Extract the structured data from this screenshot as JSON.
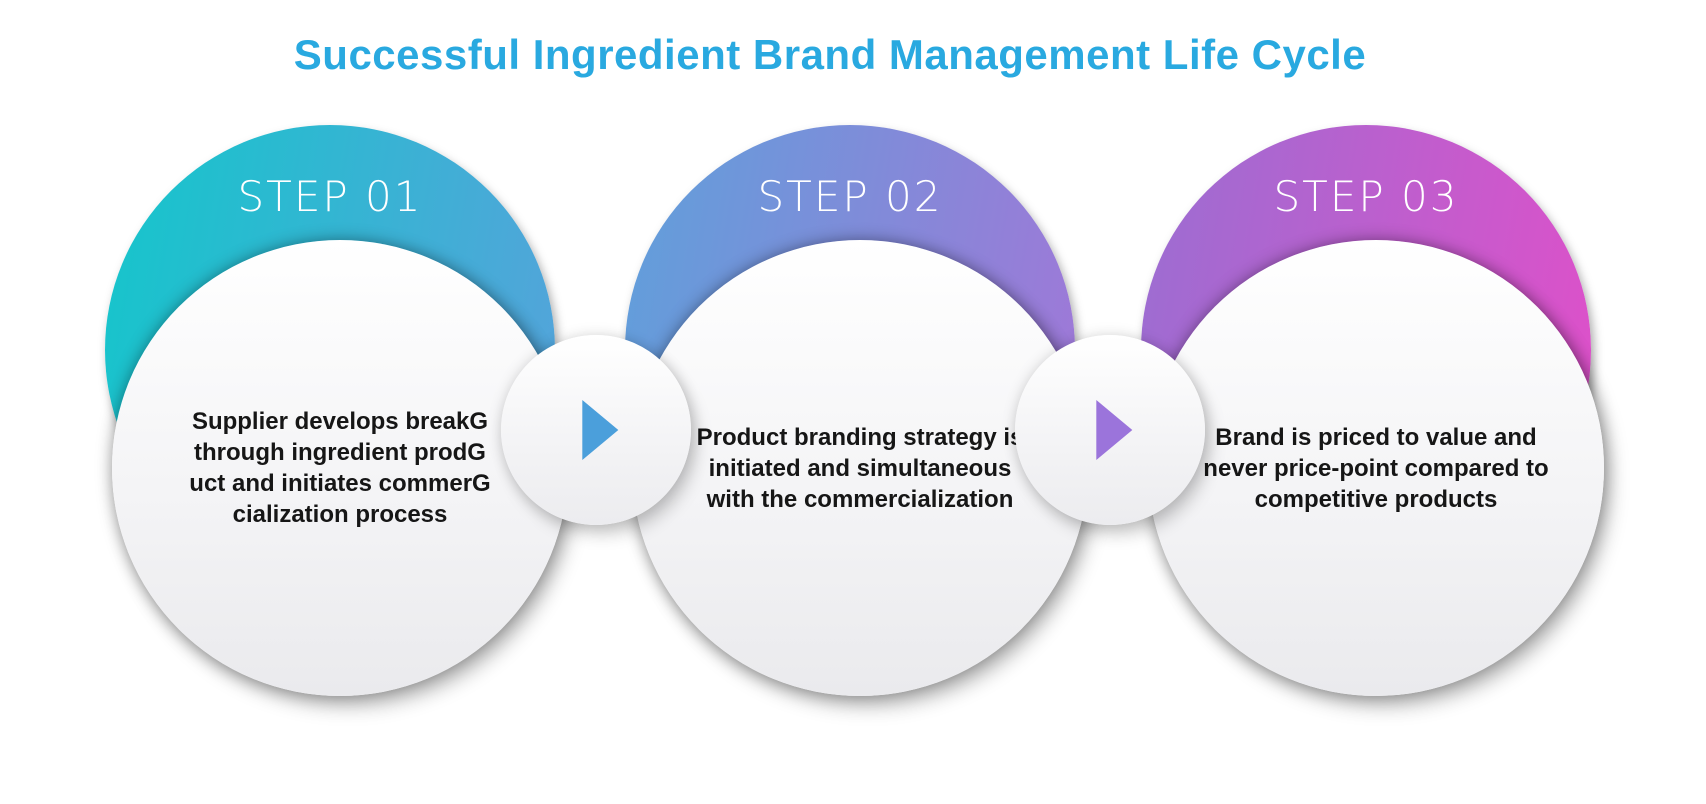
{
  "title": {
    "text": "Successful Ingredient Brand Management Life Cycle",
    "color": "#29A9E0"
  },
  "steps": [
    {
      "label": "STEP 01",
      "lines": [
        "Supplier develops breakG",
        "through ingredient prodG",
        "uct and initiates commerG",
        "cialization process"
      ],
      "gradient_start": "#14C6CB",
      "gradient_end": "#57A2DB"
    },
    {
      "label": "STEP 02",
      "lines": [
        "Product branding strategy is",
        "initiated and simultaneous",
        "with the commercialization"
      ],
      "gradient_start": "#5FA0DB",
      "gradient_end": "#A276D7"
    },
    {
      "label": "STEP 03",
      "lines": [
        "Brand is priced to value and",
        "never price-point compared to",
        "competitive products"
      ],
      "gradient_start": "#9A6ED2",
      "gradient_end": "#E14FC9"
    }
  ],
  "connectors": [
    {
      "icon": "play-arrow-icon",
      "arrow_color": "#4B9FDB"
    },
    {
      "icon": "play-arrow-icon",
      "arrow_color": "#9B74DB"
    }
  ]
}
